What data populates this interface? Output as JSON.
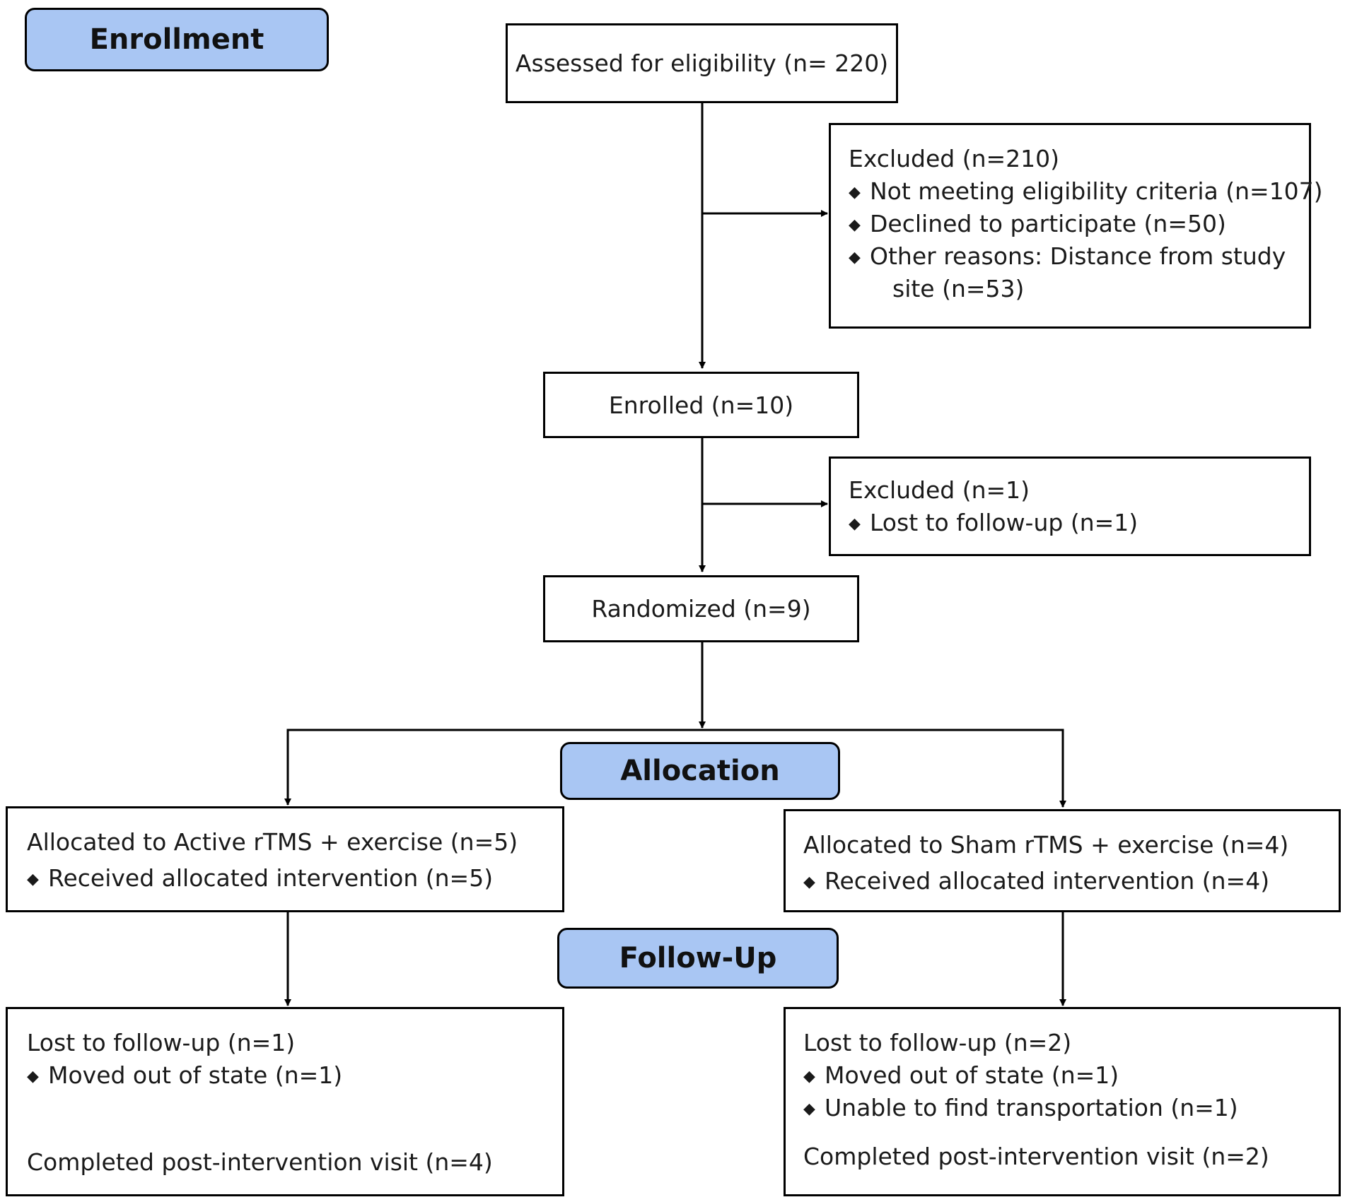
{
  "colors": {
    "stage_fill": "#a9c6f3",
    "stroke": "#000000",
    "text": "#1a1a1a"
  },
  "bullet_icon": "diamond-bullet",
  "stages": {
    "enrollment": "Enrollment",
    "allocation": "Allocation",
    "follow_up": "Follow-Up"
  },
  "assessed": "Assessed for eligibility (n= 220)",
  "excluded_1": {
    "title": "Excluded (n=210)",
    "items": [
      "Not meeting eligibility criteria (n=107)",
      "Declined to participate (n=50)",
      "Other reasons: Distance from study"
    ],
    "item_3_cont": "site (n=53)"
  },
  "enrolled": "Enrolled (n=10)",
  "excluded_2": {
    "title": "Excluded (n=1)",
    "items": [
      "Lost to follow-up (n=1)"
    ]
  },
  "randomized": "Randomized (n=9)",
  "allocation_left": {
    "title": "Allocated to Active rTMS + exercise (n=5)",
    "items": [
      "Received allocated intervention (n=5)"
    ]
  },
  "allocation_right": {
    "title": "Allocated to Sham rTMS + exercise (n=4)",
    "items": [
      "Received allocated intervention (n=4)"
    ]
  },
  "followup_left": {
    "title": "Lost to follow-up (n=1)",
    "items": [
      "Moved out of state (n=1)"
    ],
    "completed": "Completed post-intervention visit (n=4)"
  },
  "followup_right": {
    "title": "Lost to follow-up (n=2)",
    "items": [
      "Moved out of state (n=1)",
      "Unable to find transportation (n=1)"
    ],
    "completed": "Completed post-intervention visit (n=2)"
  }
}
